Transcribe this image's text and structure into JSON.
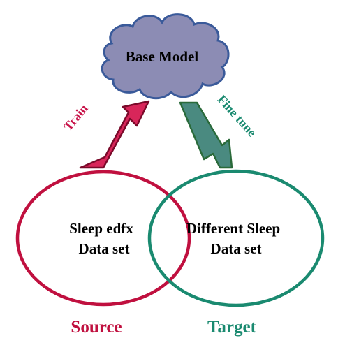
{
  "base_model": {
    "label": "Base Model",
    "fill": "#8c8cb4",
    "stroke": "#3a5a9a"
  },
  "train_arrow": {
    "label": "Train",
    "color": "#c8144a"
  },
  "finetune_arrow": {
    "label": "Fine tune",
    "color": "#1a8a70",
    "fill": "#4a8a80",
    "stroke": "#2a6a3a"
  },
  "source": {
    "circle_line1": "Sleep edfx",
    "circle_line2": "Data set",
    "caption": "Source",
    "color": "#c0103f"
  },
  "target": {
    "circle_line1": "Different Sleep",
    "circle_line2": "Data set",
    "caption": "Target",
    "color": "#1a8a70"
  }
}
